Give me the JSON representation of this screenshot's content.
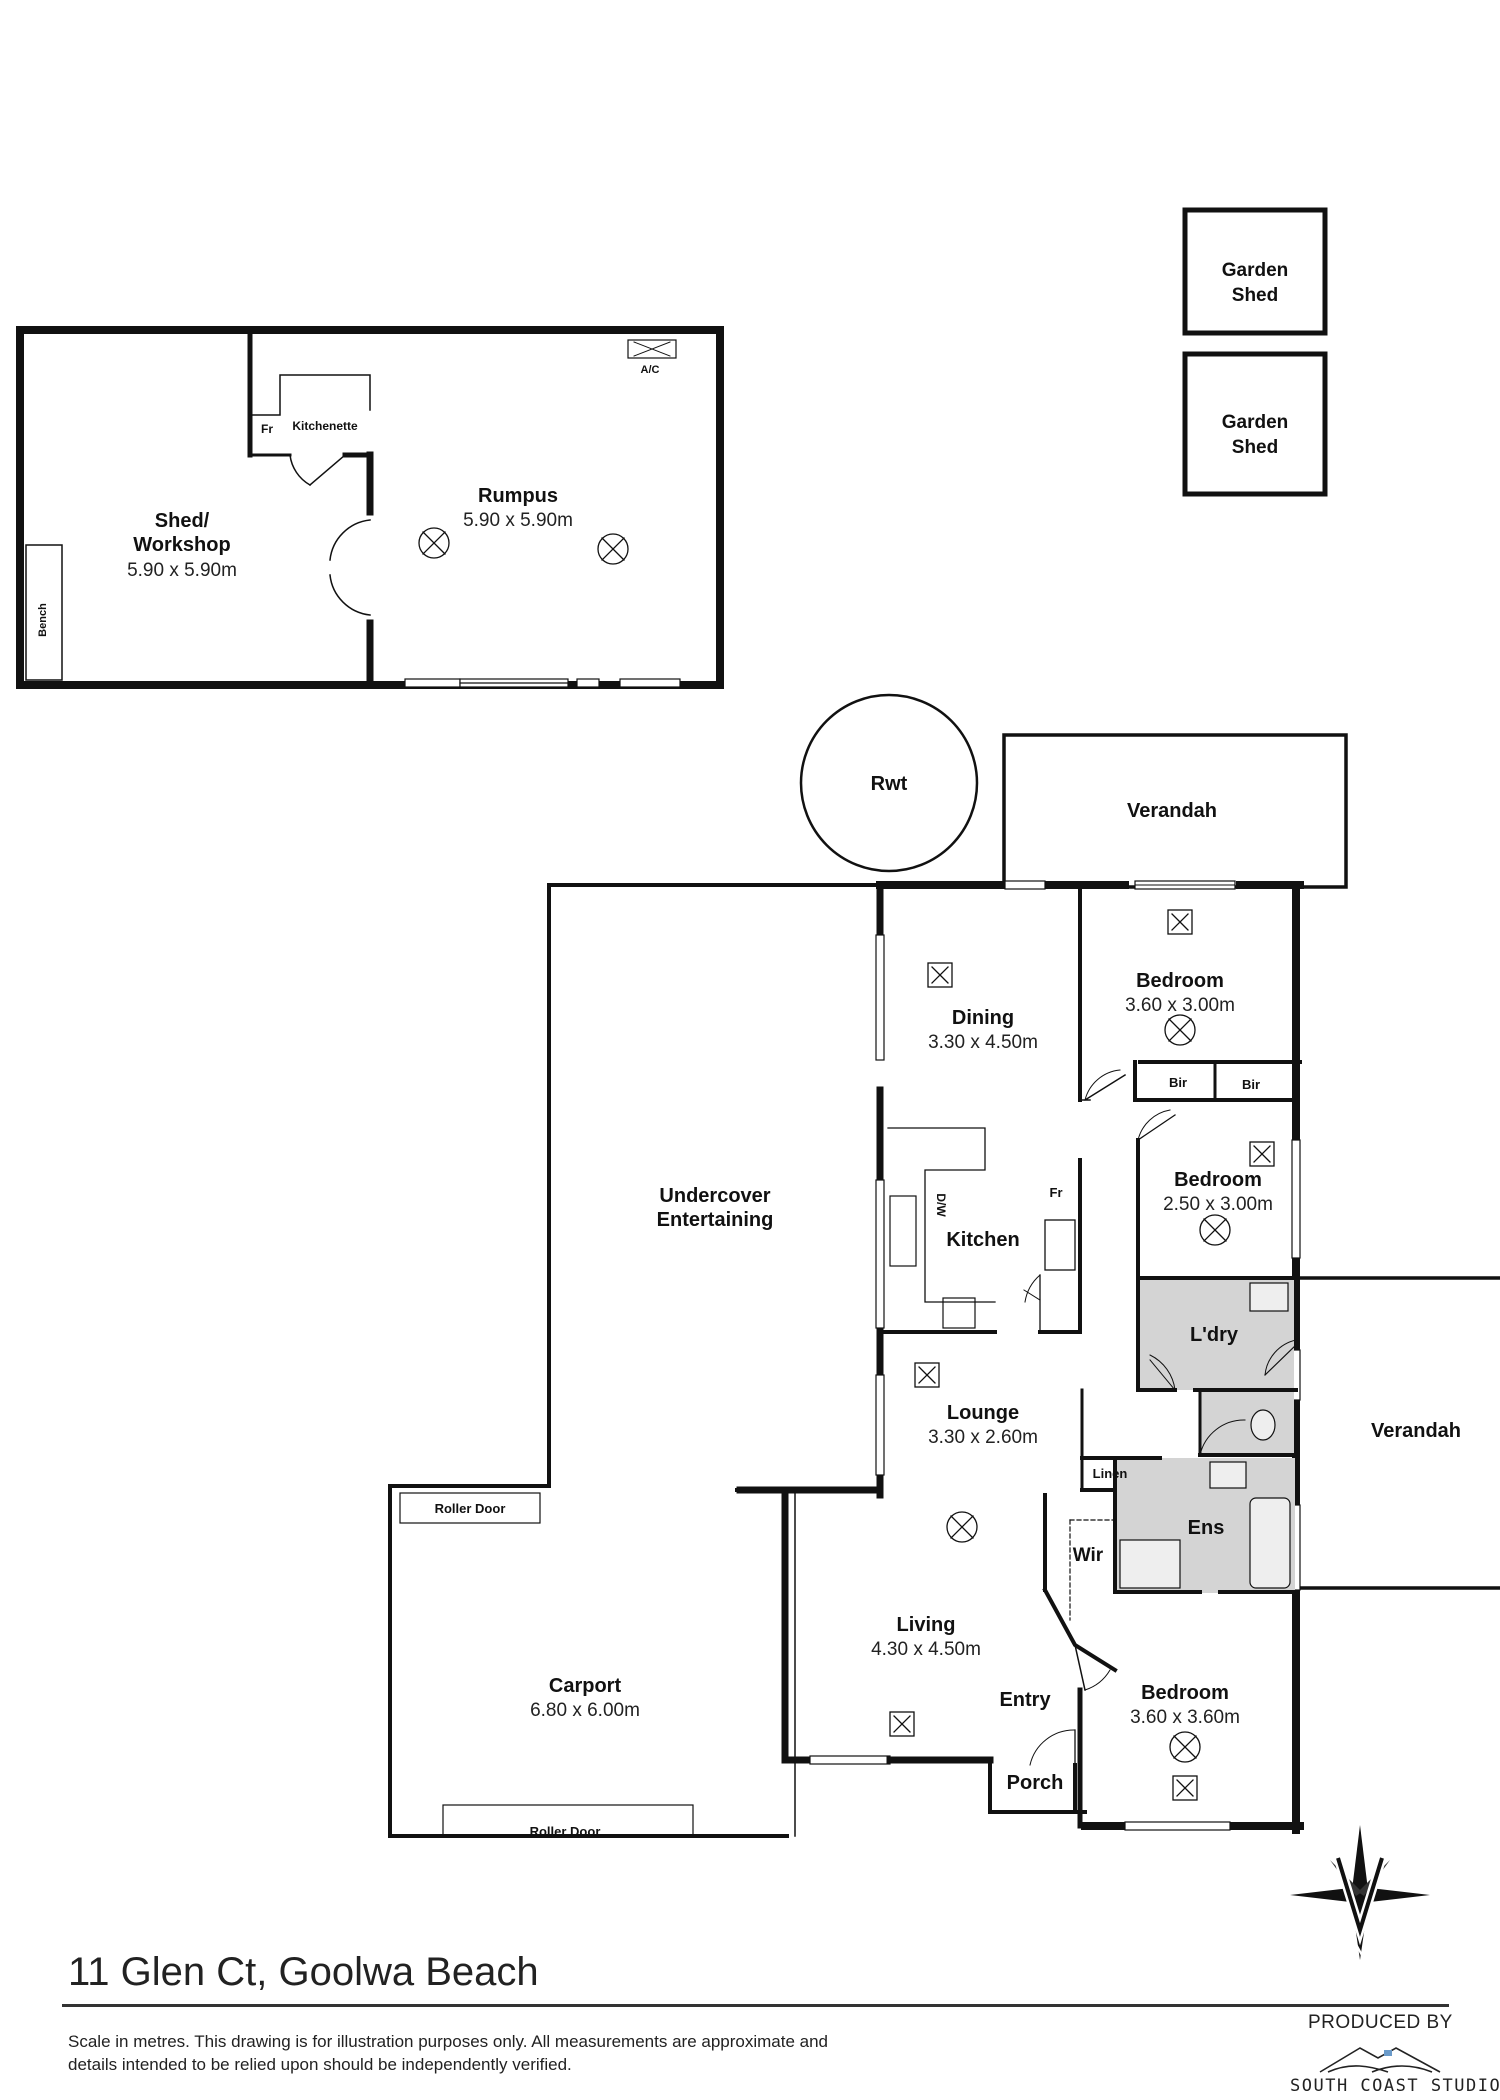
{
  "address": "11 Glen Ct, Goolwa Beach",
  "disclaimer": "Scale in metres. This drawing is for illustration purposes only. All measurements are approximate and details intended to be relied upon should be independently verified.",
  "produced_by": "PRODUCED BY",
  "brand": "SOUTH COAST STUDIOS",
  "compass_letter": "N",
  "rooms": {
    "shed_workshop": {
      "name_line1": "Shed/",
      "name_line2": "Workshop",
      "dim": "5.90 x 5.90m"
    },
    "rumpus": {
      "name": "Rumpus",
      "dim": "5.90 x 5.90m"
    },
    "kitchenette": "Kitchenette",
    "fr_kitchenette": "Fr",
    "ac": "A/C",
    "bench": "Bench",
    "garden_shed_1": {
      "line1": "Garden",
      "line2": "Shed"
    },
    "garden_shed_2": {
      "line1": "Garden",
      "line2": "Shed"
    },
    "rwt": "Rwt",
    "verandah_top": "Verandah",
    "verandah_right": "Verandah",
    "dining": {
      "name": "Dining",
      "dim": "3.30 x 4.50m"
    },
    "bedroom_1": {
      "name": "Bedroom",
      "dim": "3.60 x 3.00m"
    },
    "bir_1": "Bir",
    "bir_2": "Bir",
    "bedroom_2": {
      "name": "Bedroom",
      "dim": "2.50 x 3.00m"
    },
    "undercover": {
      "line1": "Undercover",
      "line2": "Entertaining"
    },
    "kitchen": "Kitchen",
    "dw": "D/W",
    "fr_kitchen": "Fr",
    "laundry": "L'dry",
    "lounge": {
      "name": "Lounge",
      "dim": "3.30 x 2.60m"
    },
    "linen": "Linen",
    "ens": "Ens",
    "wir": "Wir",
    "living": {
      "name": "Living",
      "dim": "4.30 x 4.50m"
    },
    "entry": "Entry",
    "porch": "Porch",
    "bedroom_3": {
      "name": "Bedroom",
      "dim": "3.60 x 3.60m"
    },
    "carport": {
      "name": "Carport",
      "dim": "6.80 x 6.00m"
    },
    "roller_door_top": "Roller Door",
    "roller_door_bottom": "Roller Door"
  }
}
